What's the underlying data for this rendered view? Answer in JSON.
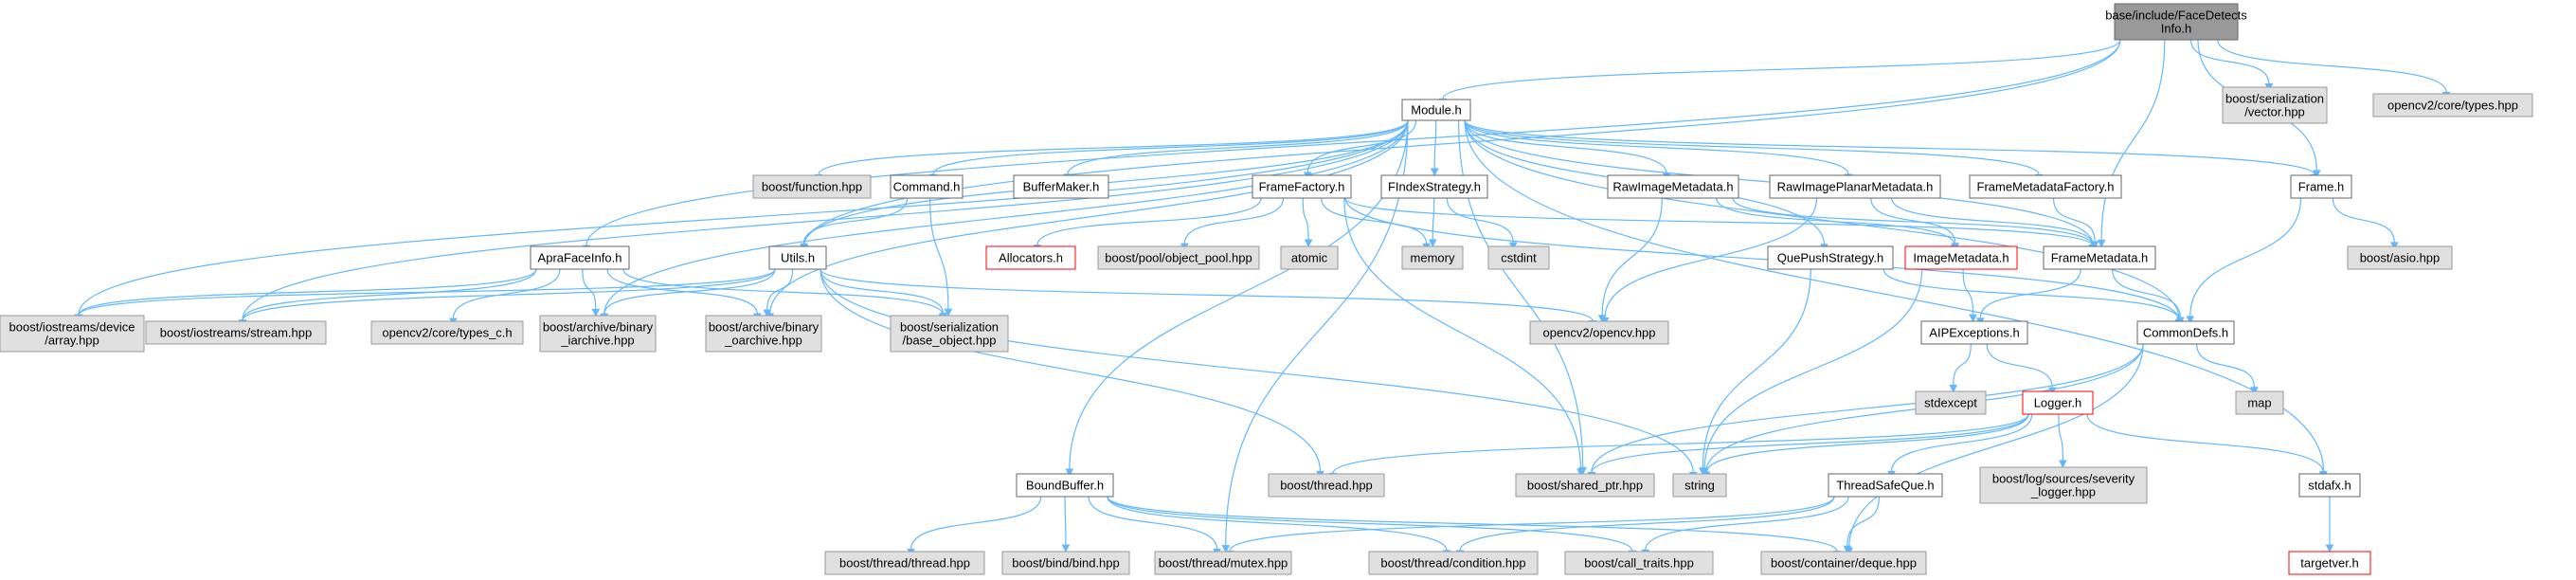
{
  "diagram": {
    "colors": {
      "root_fill": "#999999",
      "root_border": "#666666",
      "internal_fill": "#ffffff",
      "internal_border": "#666666",
      "external_fill": "#e0e0e0",
      "external_border": "#999999",
      "missing_border": "#ff0000",
      "edge": "#63b8ff",
      "text": "#000000"
    },
    "nodes": [
      {
        "id": "root",
        "kind": "root",
        "lines": [
          "base/include/FaceDetects",
          "Info.h"
        ]
      },
      {
        "id": "module",
        "kind": "internal",
        "lines": [
          "Module.h"
        ]
      },
      {
        "id": "boost_ser_vector",
        "kind": "external",
        "lines": [
          "boost/serialization",
          "/vector.hpp"
        ]
      },
      {
        "id": "opencv_types",
        "kind": "external",
        "lines": [
          "opencv2/core/types.hpp"
        ]
      },
      {
        "id": "boost_function",
        "kind": "external",
        "lines": [
          "boost/function.hpp"
        ]
      },
      {
        "id": "command",
        "kind": "internal",
        "lines": [
          "Command.h"
        ]
      },
      {
        "id": "buffermaker",
        "kind": "internal",
        "lines": [
          "BufferMaker.h"
        ]
      },
      {
        "id": "framefactory",
        "kind": "internal",
        "lines": [
          "FrameFactory.h"
        ]
      },
      {
        "id": "findexstrategy",
        "kind": "internal",
        "lines": [
          "FIndexStrategy.h"
        ]
      },
      {
        "id": "rawimagemetadata",
        "kind": "internal",
        "lines": [
          "RawImageMetadata.h"
        ]
      },
      {
        "id": "rawimageplanar",
        "kind": "internal",
        "lines": [
          "RawImagePlanarMetadata.h"
        ]
      },
      {
        "id": "framemetadatafactory",
        "kind": "internal",
        "lines": [
          "FrameMetadataFactory.h"
        ]
      },
      {
        "id": "frame",
        "kind": "internal",
        "lines": [
          "Frame.h"
        ]
      },
      {
        "id": "aprafaceinfo",
        "kind": "internal",
        "lines": [
          "ApraFaceInfo.h"
        ]
      },
      {
        "id": "utils",
        "kind": "internal",
        "lines": [
          "Utils.h"
        ]
      },
      {
        "id": "allocators",
        "kind": "missing",
        "lines": [
          "Allocators.h"
        ]
      },
      {
        "id": "boost_pool",
        "kind": "external",
        "lines": [
          "boost/pool/object_pool.hpp"
        ]
      },
      {
        "id": "atomic",
        "kind": "external",
        "lines": [
          "atomic"
        ]
      },
      {
        "id": "memory",
        "kind": "external",
        "lines": [
          "memory"
        ]
      },
      {
        "id": "cstdint",
        "kind": "external",
        "lines": [
          "cstdint"
        ]
      },
      {
        "id": "quepushstrategy",
        "kind": "internal",
        "lines": [
          "QuePushStrategy.h"
        ]
      },
      {
        "id": "imagemetadata",
        "kind": "missing",
        "lines": [
          "ImageMetadata.h"
        ]
      },
      {
        "id": "framemetadata",
        "kind": "internal",
        "lines": [
          "FrameMetadata.h"
        ]
      },
      {
        "id": "boost_asio",
        "kind": "external",
        "lines": [
          "boost/asio.hpp"
        ]
      },
      {
        "id": "boost_ios_array",
        "kind": "external",
        "lines": [
          "boost/iostreams/device",
          "/array.hpp"
        ]
      },
      {
        "id": "boost_ios_stream",
        "kind": "external",
        "lines": [
          "boost/iostreams/stream.hpp"
        ]
      },
      {
        "id": "opencv_types_c",
        "kind": "external",
        "lines": [
          "opencv2/core/types_c.h"
        ]
      },
      {
        "id": "boost_iarchive",
        "kind": "external",
        "lines": [
          "boost/archive/binary",
          "_iarchive.hpp"
        ]
      },
      {
        "id": "boost_oarchive",
        "kind": "external",
        "lines": [
          "boost/archive/binary",
          "_oarchive.hpp"
        ]
      },
      {
        "id": "boost_base_object",
        "kind": "external",
        "lines": [
          "boost/serialization",
          "/base_object.hpp"
        ]
      },
      {
        "id": "opencv",
        "kind": "external",
        "lines": [
          "opencv2/opencv.hpp"
        ]
      },
      {
        "id": "aipexceptions",
        "kind": "internal",
        "lines": [
          "AIPExceptions.h"
        ]
      },
      {
        "id": "commondefs",
        "kind": "internal",
        "lines": [
          "CommonDefs.h"
        ]
      },
      {
        "id": "stdexcept",
        "kind": "external",
        "lines": [
          "stdexcept"
        ]
      },
      {
        "id": "map",
        "kind": "external",
        "lines": [
          "map"
        ]
      },
      {
        "id": "logger",
        "kind": "missing",
        "lines": [
          "Logger.h"
        ]
      },
      {
        "id": "boost_thread",
        "kind": "external",
        "lines": [
          "boost/thread.hpp"
        ]
      },
      {
        "id": "boost_shared_ptr",
        "kind": "external",
        "lines": [
          "boost/shared_ptr.hpp"
        ]
      },
      {
        "id": "string",
        "kind": "external",
        "lines": [
          "string"
        ]
      },
      {
        "id": "threadsafeque",
        "kind": "internal",
        "lines": [
          "ThreadSafeQue.h"
        ]
      },
      {
        "id": "boost_log",
        "kind": "external",
        "lines": [
          "boost/log/sources/severity",
          "_logger.hpp"
        ]
      },
      {
        "id": "stdafx",
        "kind": "internal",
        "lines": [
          "stdafx.h"
        ]
      },
      {
        "id": "boundbuffer",
        "kind": "internal",
        "lines": [
          "BoundBuffer.h"
        ]
      },
      {
        "id": "boost_thread_thread",
        "kind": "external",
        "lines": [
          "boost/thread/thread.hpp"
        ]
      },
      {
        "id": "boost_bind",
        "kind": "external",
        "lines": [
          "boost/bind/bind.hpp"
        ]
      },
      {
        "id": "boost_mutex",
        "kind": "external",
        "lines": [
          "boost/thread/mutex.hpp"
        ]
      },
      {
        "id": "boost_condition",
        "kind": "external",
        "lines": [
          "boost/thread/condition.hpp"
        ]
      },
      {
        "id": "boost_call_traits",
        "kind": "external",
        "lines": [
          "boost/call_traits.hpp"
        ]
      },
      {
        "id": "boost_deque",
        "kind": "external",
        "lines": [
          "boost/container/deque.hpp"
        ]
      },
      {
        "id": "targetver",
        "kind": "missing",
        "lines": [
          "targetver.h"
        ]
      }
    ],
    "edges": [
      [
        "root",
        "module"
      ],
      [
        "root",
        "boost_ser_vector"
      ],
      [
        "root",
        "opencv_types"
      ],
      [
        "root",
        "aprafaceinfo"
      ],
      [
        "root",
        "utils"
      ],
      [
        "root",
        "framemetadata"
      ],
      [
        "root",
        "frame"
      ],
      [
        "module",
        "boost_function"
      ],
      [
        "module",
        "command"
      ],
      [
        "module",
        "buffermaker"
      ],
      [
        "module",
        "framefactory"
      ],
      [
        "module",
        "findexstrategy"
      ],
      [
        "module",
        "rawimagemetadata"
      ],
      [
        "module",
        "rawimageplanar"
      ],
      [
        "module",
        "framemetadatafactory"
      ],
      [
        "module",
        "frame"
      ],
      [
        "module",
        "stdafx"
      ],
      [
        "module",
        "boost_ios_array"
      ],
      [
        "module",
        "boost_ios_stream"
      ],
      [
        "module",
        "boost_iarchive"
      ],
      [
        "module",
        "boost_oarchive"
      ],
      [
        "module",
        "utils"
      ],
      [
        "module",
        "boundbuffer"
      ],
      [
        "module",
        "boost_mutex"
      ],
      [
        "module",
        "boost_shared_ptr"
      ],
      [
        "module",
        "quepushstrategy"
      ],
      [
        "module",
        "commondefs"
      ],
      [
        "module",
        "framemetadata"
      ],
      [
        "command",
        "utils"
      ],
      [
        "command",
        "boost_base_object"
      ],
      [
        "framefactory",
        "allocators"
      ],
      [
        "framefactory",
        "boost_pool"
      ],
      [
        "framefactory",
        "atomic"
      ],
      [
        "framefactory",
        "memory"
      ],
      [
        "framefactory",
        "framemetadata"
      ],
      [
        "framefactory",
        "commondefs"
      ],
      [
        "framefactory",
        "boost_shared_ptr"
      ],
      [
        "findexstrategy",
        "memory"
      ],
      [
        "findexstrategy",
        "cstdint"
      ],
      [
        "rawimagemetadata",
        "framemetadata"
      ],
      [
        "rawimagemetadata",
        "opencv"
      ],
      [
        "rawimagemetadata",
        "imagemetadata"
      ],
      [
        "rawimageplanar",
        "framemetadata"
      ],
      [
        "rawimageplanar",
        "imagemetadata"
      ],
      [
        "rawimageplanar",
        "opencv"
      ],
      [
        "framemetadatafactory",
        "framemetadata"
      ],
      [
        "frame",
        "boost_asio"
      ],
      [
        "frame",
        "commondefs"
      ],
      [
        "aprafaceinfo",
        "boost_ios_array"
      ],
      [
        "aprafaceinfo",
        "boost_ios_stream"
      ],
      [
        "aprafaceinfo",
        "opencv_types_c"
      ],
      [
        "aprafaceinfo",
        "boost_iarchive"
      ],
      [
        "aprafaceinfo",
        "boost_oarchive"
      ],
      [
        "aprafaceinfo",
        "boost_base_object"
      ],
      [
        "utils",
        "boost_ios_array"
      ],
      [
        "utils",
        "boost_ios_stream"
      ],
      [
        "utils",
        "boost_iarchive"
      ],
      [
        "utils",
        "boost_oarchive"
      ],
      [
        "utils",
        "boost_base_object"
      ],
      [
        "utils",
        "opencv"
      ],
      [
        "utils",
        "boost_thread"
      ],
      [
        "utils",
        "string"
      ],
      [
        "quepushstrategy",
        "commondefs"
      ],
      [
        "quepushstrategy",
        "string"
      ],
      [
        "imagemetadata",
        "aipexceptions"
      ],
      [
        "imagemetadata",
        "string"
      ],
      [
        "framemetadata",
        "aipexceptions"
      ],
      [
        "framemetadata",
        "commondefs"
      ],
      [
        "aipexceptions",
        "stdexcept"
      ],
      [
        "aipexceptions",
        "logger"
      ],
      [
        "commondefs",
        "map"
      ],
      [
        "commondefs",
        "boost_shared_ptr"
      ],
      [
        "commondefs",
        "string"
      ],
      [
        "commondefs",
        "boost_deque"
      ],
      [
        "logger",
        "boost_thread"
      ],
      [
        "logger",
        "boost_shared_ptr"
      ],
      [
        "logger",
        "string"
      ],
      [
        "logger",
        "threadsafeque"
      ],
      [
        "logger",
        "boost_log"
      ],
      [
        "logger",
        "stdafx"
      ],
      [
        "threadsafeque",
        "boost_mutex"
      ],
      [
        "threadsafeque",
        "boost_condition"
      ],
      [
        "threadsafeque",
        "boost_call_traits"
      ],
      [
        "threadsafeque",
        "boost_deque"
      ],
      [
        "stdafx",
        "targetver"
      ],
      [
        "boundbuffer",
        "boost_thread_thread"
      ],
      [
        "boundbuffer",
        "boost_bind"
      ],
      [
        "boundbuffer",
        "boost_mutex"
      ],
      [
        "boundbuffer",
        "boost_condition"
      ],
      [
        "boundbuffer",
        "boost_call_traits"
      ],
      [
        "boundbuffer",
        "boost_deque"
      ]
    ]
  }
}
